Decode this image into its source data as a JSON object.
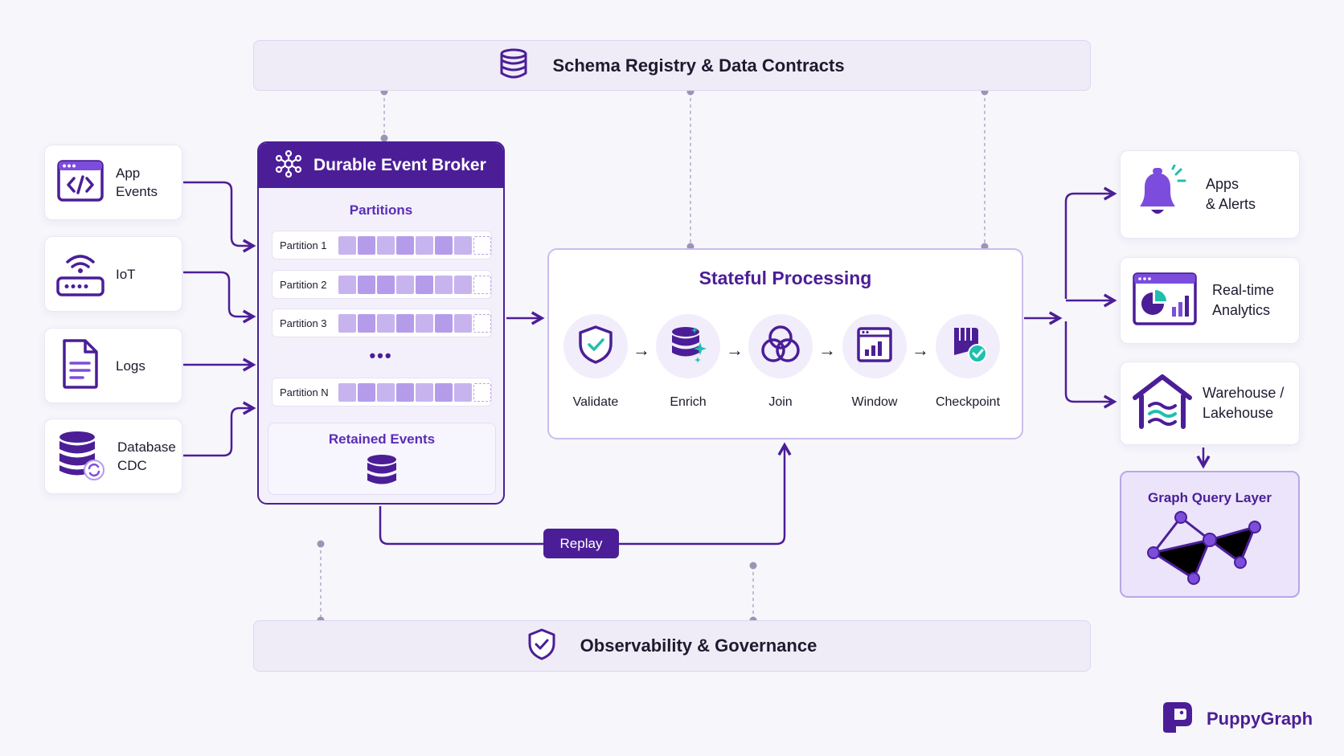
{
  "top_band": {
    "title": "Schema Registry & Data Contracts",
    "icon": "database-icon"
  },
  "bottom_band": {
    "title": "Observability & Governance",
    "icon": "shield-check-icon"
  },
  "sources": [
    {
      "label": "App\nEvents",
      "icon": "code-window-icon"
    },
    {
      "label": "IoT",
      "icon": "router-wifi-icon"
    },
    {
      "label": "Logs",
      "icon": "document-icon"
    },
    {
      "label": "Database\nCDC",
      "icon": "database-sync-icon"
    }
  ],
  "broker": {
    "title": "Durable Event Broker",
    "partitions_title": "Partitions",
    "partitions": [
      "Partition 1",
      "Partition 2",
      "Partition 3",
      "Partition N"
    ],
    "ellipsis": "•••",
    "retained_title": "Retained Events"
  },
  "processing": {
    "title": "Stateful Processing",
    "steps": [
      {
        "label": "Validate",
        "icon": "shield-check-icon"
      },
      {
        "label": "Enrich",
        "icon": "database-sparkle-icon"
      },
      {
        "label": "Join",
        "icon": "venn-icon"
      },
      {
        "label": "Window",
        "icon": "window-chart-icon"
      },
      {
        "label": "Checkpoint",
        "icon": "flag-check-icon"
      }
    ],
    "arrow": "→"
  },
  "replay_label": "Replay",
  "destinations": [
    {
      "label": "Apps\n& Alerts",
      "icon": "bell-icon"
    },
    {
      "label": "Real-time\nAnalytics",
      "icon": "dashboard-icon"
    },
    {
      "label": "Warehouse /\nLakehouse",
      "icon": "warehouse-icon"
    }
  ],
  "graph_layer": {
    "title": "Graph Query Layer",
    "icon": "graph-network-icon"
  },
  "brand": {
    "name": "PuppyGraph",
    "icon": "puppygraph-logo-icon"
  },
  "colors": {
    "primary": "#4b1e97",
    "accent": "#7c4ddc",
    "light": "#efecf8",
    "teal": "#1fbfae"
  }
}
